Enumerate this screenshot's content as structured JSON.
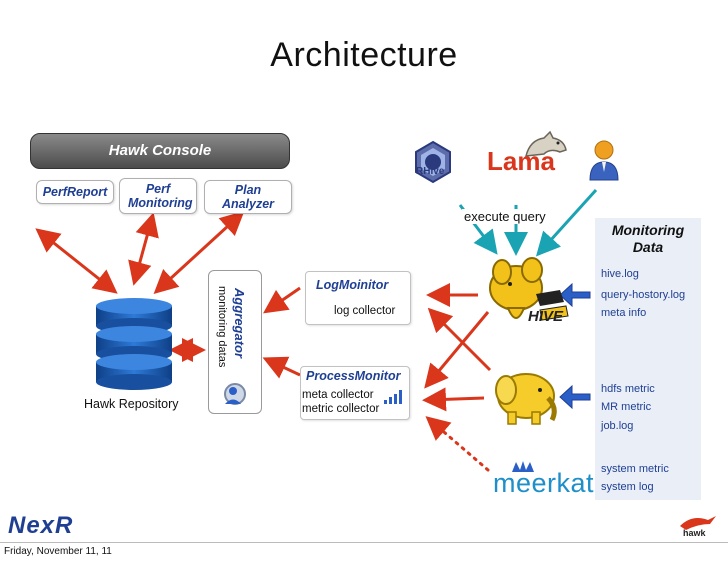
{
  "title": "Architecture",
  "console": {
    "title": "Hawk Console",
    "buttons": [
      "PerfReport",
      "Perf Monitoring",
      "Plan Analyzer"
    ]
  },
  "repository_label": "Hawk Repository",
  "aggregator": {
    "title": "Aggregator",
    "subtitle": "monitoring datas"
  },
  "log_monitor": {
    "title": "LogMoinitor",
    "item": "log collector"
  },
  "process_monitor": {
    "title": "ProcessMonitor",
    "items": [
      "meta collector",
      "metric collector"
    ]
  },
  "execute_query_label": "execute query",
  "clients": {
    "rhive": "RHive",
    "lama": "Lama"
  },
  "sources": {
    "hive": "HIVE",
    "meerkat": "meerkat"
  },
  "monitoring_data": {
    "title_line1": "Monitoring",
    "title_line2": "Data",
    "items": [
      "hive.log",
      "query-hostory.log",
      "meta info",
      "hdfs metric",
      "MR metric",
      "job.log",
      "system metric",
      "system log"
    ]
  },
  "logos": {
    "nexr": "NexR",
    "hawk": "hawk"
  },
  "footer_date": "Friday, November 11, 11",
  "colors": {
    "arrow_red": "#d9361c",
    "arrow_teal": "#1aa3b3",
    "db_blue": "#1b5fb8",
    "text_blue": "#1f3f93",
    "panel_bg": "#e9eef7",
    "hive_yellow": "#f3c21a",
    "hadoop_yellow": "#f5cc2a",
    "user_icon": "#f0a020"
  }
}
